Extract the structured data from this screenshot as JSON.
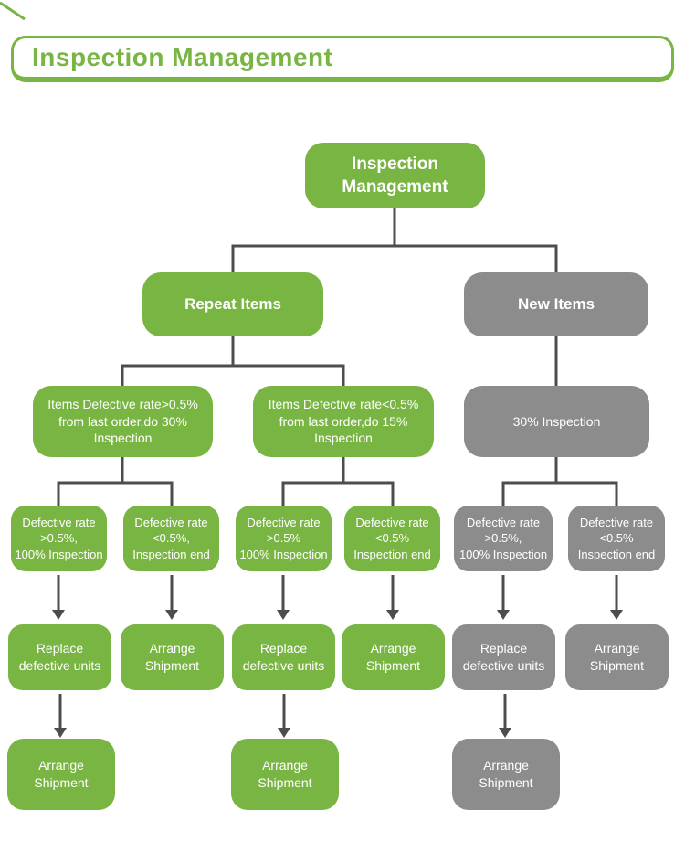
{
  "header": {
    "title": "Inspection Management"
  },
  "colors": {
    "green": "#79B543",
    "gray": "#8C8C8C",
    "line": "#4D4D4D",
    "node_text": "#FFFFFF"
  },
  "flowchart": {
    "nodes": {
      "root": "Inspection\nManagement",
      "repeat_items": "Repeat Items",
      "new_items": "New Items",
      "repeat_high": "Items Defective rate>0.5%\nfrom last order,do 30%\nInspection",
      "repeat_low": "Items Defective rate<0.5%\nfrom last order,do 15%\nInspection",
      "new_inspection": "30% Inspection",
      "r_high_fail": "Defective rate\n>0.5%,\n100% Inspection",
      "r_high_pass": "Defective rate\n<0.5%,\nInspection end",
      "r_low_fail": "Defective rate\n>0.5%\n100% Inspection",
      "r_low_pass": "Defective rate\n<0.5%\nInspection end",
      "new_fail": "Defective rate\n>0.5%,\n100% Inspection",
      "new_pass": "Defective rate\n<0.5%\nInspection end",
      "r_high_replace": "Replace\ndefective units",
      "r_high_ship": "Arrange\nShipment",
      "r_low_replace": "Replace\ndefective units",
      "r_low_ship": "Arrange\nShipment",
      "new_replace": "Replace\ndefective units",
      "new_ship": "Arrange\nShipment",
      "r_high_final_ship": "Arrange\nShipment",
      "r_low_final_ship": "Arrange\nShipment",
      "new_final_ship": "Arrange\nShipment"
    }
  }
}
